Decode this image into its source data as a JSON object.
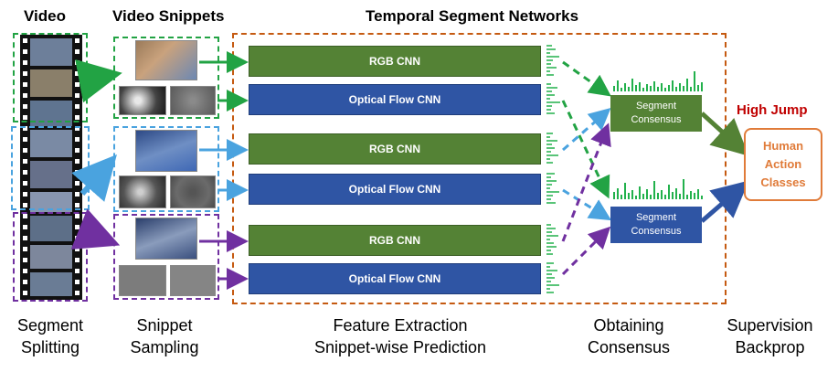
{
  "headers": {
    "video": "Video",
    "snippets": "Video Snippets",
    "tsn": "Temporal Segment Networks"
  },
  "cnn": {
    "rgb_label": "RGB CNN",
    "flow_label": "Optical Flow CNN"
  },
  "consensus": {
    "line1": "Segment",
    "line2": "Consensus"
  },
  "result": {
    "predicted_label": "High Jump",
    "classes_line1": "Human",
    "classes_line2": "Action",
    "classes_line3": "Classes"
  },
  "captions": {
    "c1_line1": "Segment",
    "c1_line2": "Splitting",
    "c2_line1": "Snippet",
    "c2_line2": "Sampling",
    "c3_line1": "Feature Extraction",
    "c3_line2": "Snippet-wise Prediction",
    "c4_line1": "Obtaining",
    "c4_line2": "Consensus",
    "c5_line1": "Supervision",
    "c5_line2": "Backprop"
  },
  "colors": {
    "segment1": "#22a344",
    "segment2": "#4aa3df",
    "segment3": "#7030a0",
    "rgb": "#548235",
    "flow": "#2f55a4",
    "tsn_border": "#c55a11",
    "score_bars": "#22b14c",
    "predicted_label": "#c00000",
    "classes": "#e07b39"
  }
}
